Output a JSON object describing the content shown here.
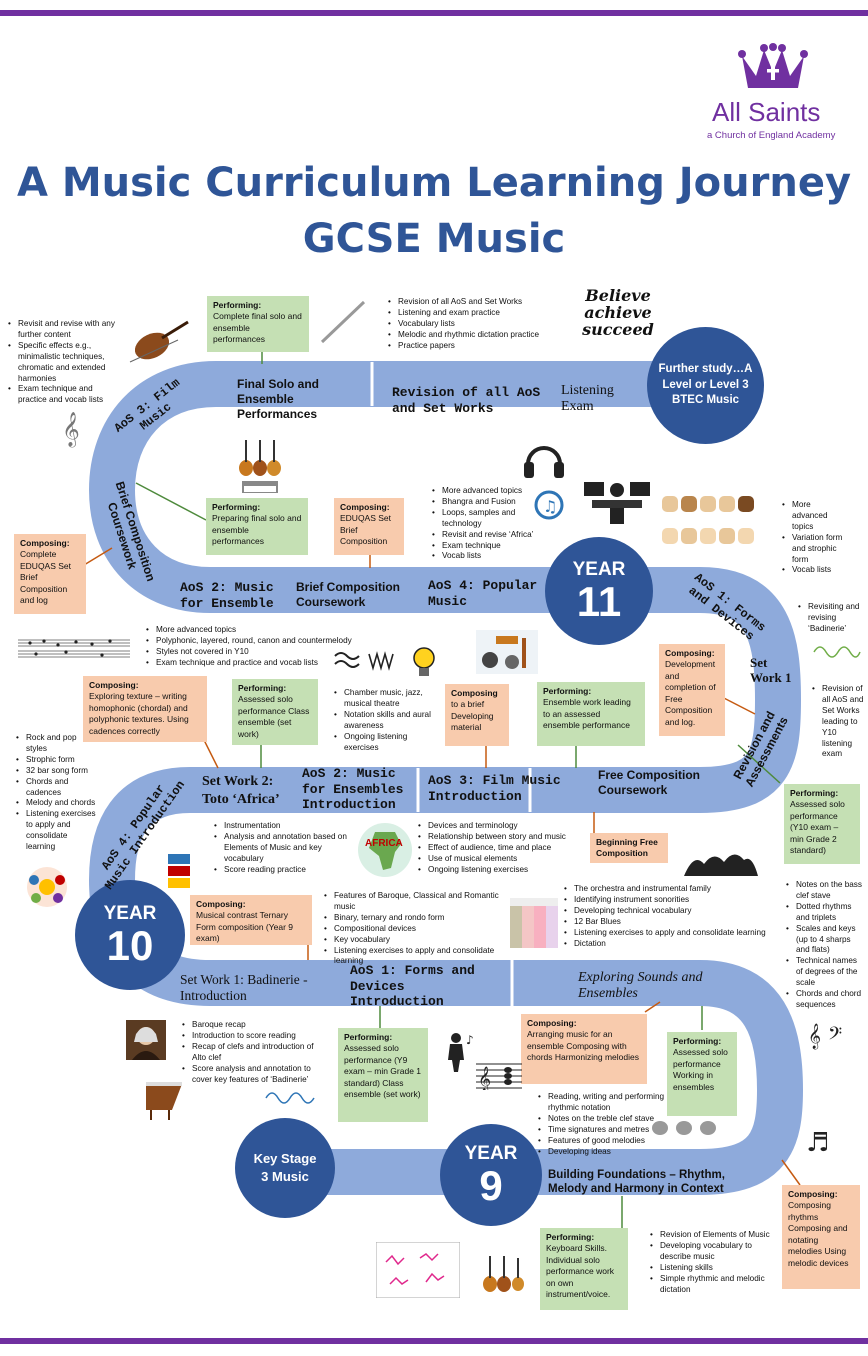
{
  "brand": {
    "name": "All Saints",
    "tagline": "a Church of England Academy",
    "purple": "#7030a0",
    "navy": "#2f5597",
    "road": "#8eaadb"
  },
  "title": {
    "line1": "A Music Curriculum Learning Journey",
    "line2": "GCSE Music"
  },
  "circles": {
    "further": "Further study…A Level or Level 3 BTEC Music",
    "y11_label": "YEAR",
    "y11_num": "11",
    "y10_label": "YEAR",
    "y10_num": "10",
    "y9_label": "YEAR",
    "y9_num": "9",
    "ks3": "Key Stage 3 Music"
  },
  "road": {
    "final_solo": "Final Solo and Ensemble Performances",
    "revision": "Revision of all AoS and Set Works",
    "listening_exam": "Listening Exam",
    "aos3_film": "AoS 3: Film Music",
    "brief_comp_vertical": "Brief Composition Coursework",
    "aos2_ensemble": "AoS 2: Music for Ensemble",
    "brief_comp": "Brief Composition Coursework",
    "aos4_popular": "AoS 4: Popular Music",
    "aos1_forms": "AoS 1: Forms and Devices",
    "set_work1": "Set Work 1",
    "revision_assess": "Revision and Assessments",
    "set_work2": "Set Work 2: Toto ‘Africa’",
    "aos2_intro": "AoS 2: Music for Ensembles Introduction",
    "aos3_intro": "AoS 3: Film Music Introduction",
    "free_comp": "Free Composition Coursework",
    "aos4_intro": "AoS 4: Popular Music Introduction",
    "badinerie": "Set Work 1: Badinerie - Introduction",
    "aos1_intro": "AoS 1: Forms and Devices Introduction",
    "exploring": "Exploring Sounds and Ensembles",
    "foundations": "Building Foundations – Rhythm, Melody and Harmony in Context"
  },
  "boxes": {
    "perf_final": {
      "head": "Performing:",
      "body": "Complete final solo and ensemble performances"
    },
    "comp_left": {
      "head": "Composing:",
      "body": "Complete EDUQAS Set Brief Composition and log"
    },
    "perf_prep": {
      "head": "Performing:",
      "body": "Preparing final solo and ensemble performances"
    },
    "comp_eduqas": {
      "head": "Composing:",
      "body": "EDUQAS Set Brief Composition"
    },
    "comp_dev": {
      "head": "Composing:",
      "body": "Development and completion of Free Composition and log."
    },
    "comp_texture": {
      "head": "Composing:",
      "body": "Exploring texture – writing homophonic (chordal) and polyphonic textures. Using cadences correctly"
    },
    "perf_assessed": {
      "head": "Performing:",
      "body": "Assessed solo performance Class ensemble (set work)"
    },
    "comp_brief": {
      "head": "Composing",
      "body": "to a brief Developing material"
    },
    "perf_ensemble": {
      "head": "Performing:",
      "body": "Ensemble work leading to an assessed ensemble performance"
    },
    "perf_y10exam": {
      "head": "Performing:",
      "body": "Assessed solo performance (Y10 exam – min Grade 2 standard)"
    },
    "comp_free": {
      "head": "",
      "body": "Beginning Free Composition"
    },
    "comp_ternary": {
      "head": "Composing:",
      "body": "Musical contrast Ternary Form composition (Year 9 exam)"
    },
    "perf_y9": {
      "head": "Performing:",
      "body": "Assessed solo performance (Y9 exam – min Grade 1 standard) Class ensemble (set work)"
    },
    "comp_arrange": {
      "head": "Composing:",
      "body": "Arranging music for an ensemble Composing with chords Harmonizing melodies"
    },
    "perf_working": {
      "head": "Performing:",
      "body": "Assessed solo performance Working in ensembles"
    },
    "perf_keyboard": {
      "head": "Performing:",
      "body": "Keyboard Skills. Individual solo performance work on own instrument/voice."
    },
    "comp_rhythms": {
      "head": "Composing:",
      "body": "Composing rhythms Composing and notating melodies Using melodic devices"
    }
  },
  "lists": {
    "revisit": [
      "Revisit and revise with any further content",
      "Specific effects e.g., minimalistic techniques, chromatic and extended harmonies",
      "Exam technique and practice and vocab lists"
    ],
    "revision_top": [
      "Revision of all AoS and Set Works",
      "Listening and exam practice",
      "Vocabulary lists",
      "Melodic and rhythmic dictation practice",
      "Practice papers"
    ],
    "advanced11": [
      "More advanced topics",
      "Bhangra and Fusion",
      "Loops, samples and technology",
      "Revisit and revise ‘Africa’",
      "Exam technique",
      "Vocab lists"
    ],
    "forms_right": [
      "More advanced topics",
      "Variation form and strophic form",
      "Vocab lists"
    ],
    "revisiting": [
      "Revisiting and revising ‘Badinerie’"
    ],
    "revision_right": [
      "Revision of all AoS and Set Works leading to Y10 listening exam"
    ],
    "advanced10": [
      "More advanced topics",
      "Polyphonic, layered, round, canon and countermelody",
      "Styles not covered in Y10",
      "Exam technique and practice and vocab lists"
    ],
    "chamber": [
      "Chamber music, jazz, musical theatre",
      "Notation skills and aural awareness",
      "Ongoing listening exercises"
    ],
    "rockpop": [
      "Rock and pop styles",
      "Strophic form",
      "32 bar song form",
      "Chords and cadences",
      "Melody and chords",
      "Listening exercises to apply and consolidate learning"
    ],
    "instrumentation": [
      "Instrumentation",
      "Analysis and annotation based on Elements of Music and key vocabulary",
      "Score reading practice"
    ],
    "devices": [
      "Devices and terminology",
      "Relationship between story and music",
      "Effect of audience, time and place",
      "Use of musical elements",
      "Ongoing listening exercises"
    ],
    "baroque_features": [
      "Features of Baroque, Classical and Romantic music",
      "Binary, ternary and rondo form",
      "Compositional devices",
      "Key vocabulary",
      "Listening exercises to apply and consolidate learning"
    ],
    "orchestra": [
      "The orchestra and instrumental family",
      "Identifying instrument sonorities",
      "Developing technical vocabulary",
      "12 Bar Blues",
      "Listening exercises to apply and consolidate learning",
      "Dictation"
    ],
    "bass_clef": [
      "Notes on the bass clef stave",
      "Dotted rhythms and triplets",
      "Scales and keys (up to 4 sharps and flats)",
      "Technical names of degrees of the scale",
      "Chords and chord sequences"
    ],
    "baroque_recap": [
      "Baroque recap",
      "Introduction to score reading",
      "Recap of clefs and introduction of Alto clef",
      "Score analysis and annotation to cover key features of ‘Badinerie’"
    ],
    "reading": [
      "Reading, writing and performing rhythmic notation",
      "Notes on the treble clef stave",
      "Time signatures and metres",
      "Features of good melodies",
      "Developing ideas"
    ],
    "elements": [
      "Revision of Elements of Music",
      "Developing vocabulary to describe music",
      "Listening skills",
      "Simple rhythmic and melodic dictation"
    ]
  },
  "poster_words": {
    "believe": "Believe",
    "achieve": "achieve",
    "succeed": "succeed",
    "africa": "AFRICA"
  }
}
